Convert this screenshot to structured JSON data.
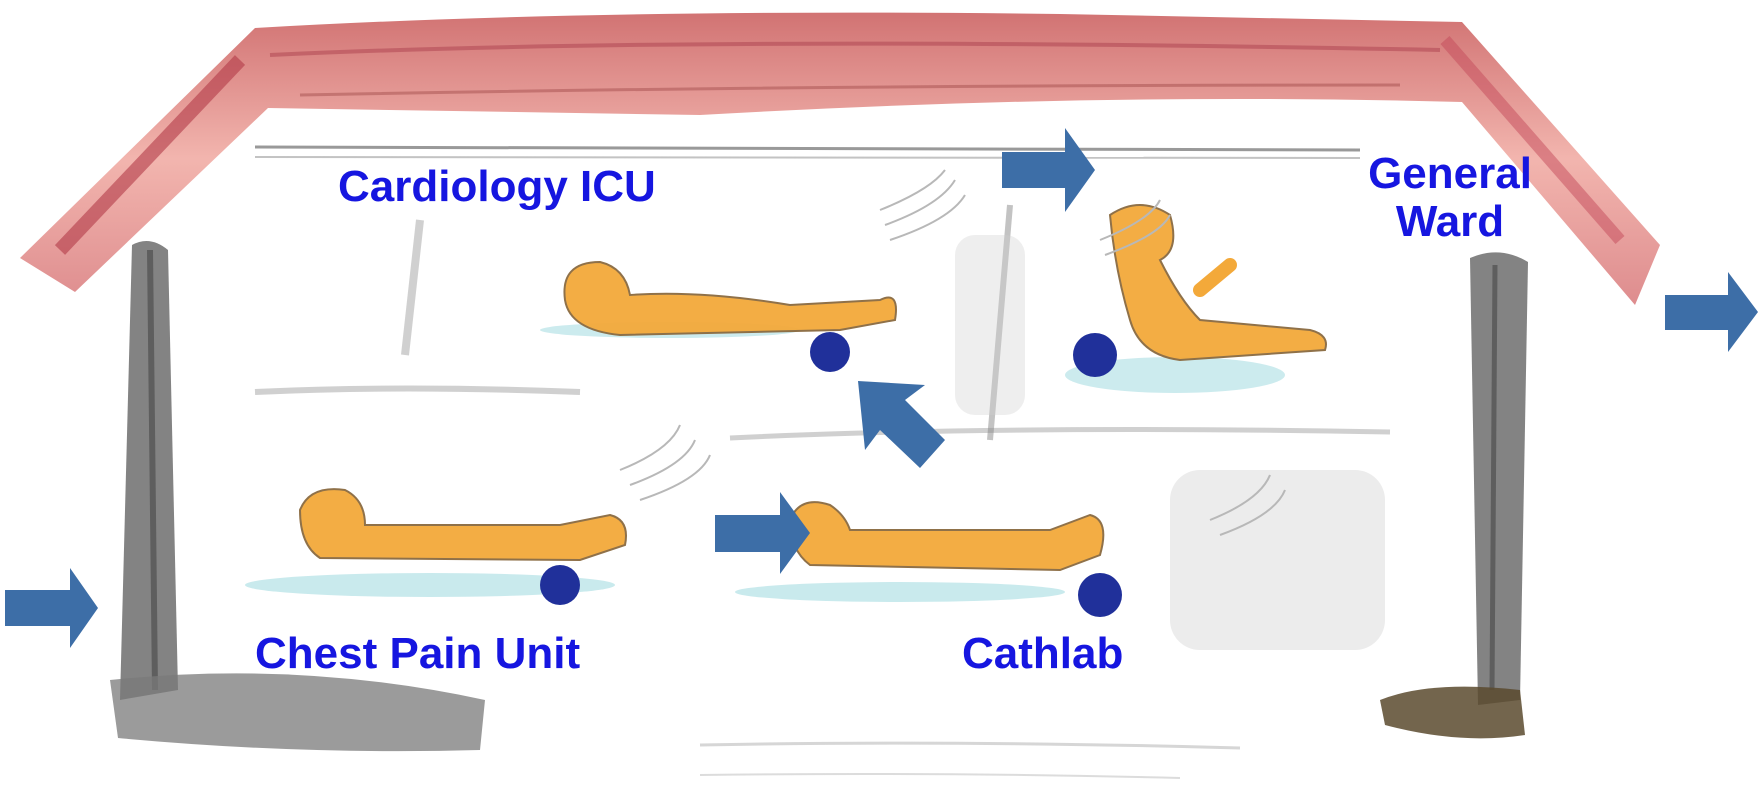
{
  "colors": {
    "label": "#1616e0",
    "arrow": "#3d6ea7",
    "roof": "#d96f6f",
    "roof_dark": "#b23a48",
    "pillar": "#7a7a7a",
    "patient": "#f3a93a",
    "patient_outline": "#8a6a40",
    "pillow": "#20309a",
    "bed_shadow": "#bfe6ea",
    "floor": "#b5b5b5",
    "base": "#5b4a2e"
  },
  "labels": {
    "cardiology_icu": "Cardiology ICU",
    "general_ward_line1": "General",
    "general_ward_line2": "Ward",
    "chest_pain_unit": "Chest Pain Unit",
    "cathlab": "Cathlab"
  },
  "icons": [
    "flow-arrow-icon",
    "patient-lying-icon",
    "patient-sitting-icon",
    "monitor-signal-icon",
    "pillow-icon"
  ]
}
